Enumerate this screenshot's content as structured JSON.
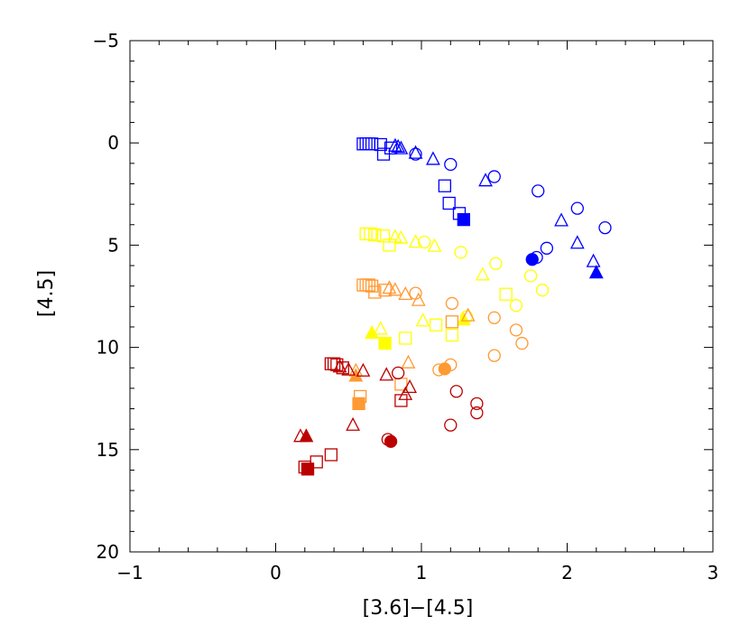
{
  "chart_data": {
    "type": "scatter",
    "title": "",
    "xlabel": "[3.6]−[4.5]",
    "ylabel": "[4.5]",
    "xlim": [
      -1,
      3
    ],
    "ylim": [
      20,
      -5
    ],
    "y_inverted": true,
    "x_ticks": [
      -1,
      0,
      1,
      2,
      3
    ],
    "x_tick_labels": [
      "−1",
      "0",
      "1",
      "2",
      "3"
    ],
    "y_ticks": [
      -5,
      0,
      5,
      10,
      15,
      20
    ],
    "y_tick_labels": [
      "−5",
      "0",
      "5",
      "10",
      "15",
      "20"
    ],
    "grid": false,
    "legend": "none",
    "colors": {
      "blue": "#0000ff",
      "yellow": "#ffff00",
      "orange": "#ff9933",
      "red": "#bb0000"
    },
    "series": [
      {
        "color": "blue",
        "marker": "square",
        "filled": false,
        "points": [
          [
            0.6,
            0.05
          ],
          [
            0.62,
            0.05
          ],
          [
            0.64,
            0.05
          ],
          [
            0.66,
            0.05
          ],
          [
            0.72,
            0.08
          ],
          [
            0.74,
            0.55
          ],
          [
            0.79,
            0.25
          ],
          [
            1.16,
            2.1
          ],
          [
            1.19,
            2.95
          ],
          [
            1.26,
            3.45
          ]
        ]
      },
      {
        "color": "blue",
        "marker": "square",
        "filled": true,
        "points": [
          [
            1.29,
            3.75
          ]
        ]
      },
      {
        "color": "blue",
        "marker": "triangle",
        "filled": false,
        "points": [
          [
            0.82,
            0.15
          ],
          [
            0.84,
            0.2
          ],
          [
            0.86,
            0.28
          ],
          [
            0.96,
            0.5
          ],
          [
            1.08,
            0.8
          ],
          [
            1.44,
            1.85
          ],
          [
            1.96,
            3.8
          ],
          [
            2.07,
            4.9
          ],
          [
            2.18,
            5.8
          ]
        ]
      },
      {
        "color": "blue",
        "marker": "triangle",
        "filled": true,
        "points": [
          [
            2.2,
            6.35
          ]
        ]
      },
      {
        "color": "blue",
        "marker": "circle",
        "filled": false,
        "points": [
          [
            0.96,
            0.55
          ],
          [
            1.2,
            1.05
          ],
          [
            1.5,
            1.65
          ],
          [
            1.8,
            2.35
          ],
          [
            2.07,
            3.2
          ],
          [
            2.26,
            4.15
          ],
          [
            1.86,
            5.15
          ],
          [
            1.79,
            5.6
          ]
        ]
      },
      {
        "color": "blue",
        "marker": "circle",
        "filled": true,
        "points": [
          [
            1.76,
            5.7
          ]
        ]
      },
      {
        "color": "yellow",
        "marker": "square",
        "filled": false,
        "points": [
          [
            0.62,
            4.45
          ],
          [
            0.65,
            4.45
          ],
          [
            0.68,
            4.5
          ],
          [
            0.74,
            4.55
          ],
          [
            0.78,
            5.0
          ],
          [
            1.58,
            7.4
          ],
          [
            1.1,
            8.9
          ],
          [
            1.21,
            9.4
          ],
          [
            0.89,
            9.55
          ]
        ]
      },
      {
        "color": "yellow",
        "marker": "square",
        "filled": true,
        "points": [
          [
            0.75,
            9.8
          ]
        ]
      },
      {
        "color": "yellow",
        "marker": "triangle",
        "filled": false,
        "points": [
          [
            0.82,
            4.6
          ],
          [
            0.86,
            4.65
          ],
          [
            0.96,
            4.85
          ],
          [
            1.09,
            5.05
          ],
          [
            1.42,
            6.45
          ],
          [
            1.01,
            8.7
          ],
          [
            0.72,
            9.1
          ]
        ]
      },
      {
        "color": "yellow",
        "marker": "triangle",
        "filled": true,
        "points": [
          [
            0.66,
            9.3
          ],
          [
            1.29,
            8.65
          ]
        ]
      },
      {
        "color": "yellow",
        "marker": "circle",
        "filled": false,
        "points": [
          [
            1.02,
            4.85
          ],
          [
            1.27,
            5.35
          ],
          [
            1.51,
            5.9
          ],
          [
            1.75,
            6.5
          ],
          [
            1.83,
            7.2
          ],
          [
            1.65,
            7.95
          ],
          [
            1.31,
            8.5
          ]
        ]
      },
      {
        "color": "orange",
        "marker": "square",
        "filled": false,
        "points": [
          [
            0.6,
            6.95
          ],
          [
            0.62,
            6.95
          ],
          [
            0.64,
            6.95
          ],
          [
            0.66,
            7.0
          ],
          [
            0.68,
            7.3
          ],
          [
            0.75,
            7.2
          ],
          [
            0.58,
            12.4
          ],
          [
            0.86,
            11.8
          ],
          [
            1.21,
            8.75
          ]
        ]
      },
      {
        "color": "orange",
        "marker": "square",
        "filled": true,
        "points": [
          [
            0.57,
            12.75
          ]
        ]
      },
      {
        "color": "orange",
        "marker": "triangle",
        "filled": false,
        "points": [
          [
            0.78,
            7.1
          ],
          [
            0.82,
            7.2
          ],
          [
            0.89,
            7.4
          ],
          [
            0.98,
            7.7
          ],
          [
            1.32,
            8.45
          ],
          [
            0.91,
            10.75
          ],
          [
            0.55,
            11.15
          ]
        ]
      },
      {
        "color": "orange",
        "marker": "triangle",
        "filled": true,
        "points": [
          [
            0.55,
            11.4
          ]
        ]
      },
      {
        "color": "orange",
        "marker": "circle",
        "filled": false,
        "points": [
          [
            0.96,
            7.35
          ],
          [
            1.21,
            7.85
          ],
          [
            1.5,
            8.55
          ],
          [
            1.65,
            9.15
          ],
          [
            1.69,
            9.8
          ],
          [
            1.5,
            10.4
          ],
          [
            1.2,
            10.85
          ],
          [
            1.12,
            11.1
          ]
        ]
      },
      {
        "color": "orange",
        "marker": "circle",
        "filled": true,
        "points": [
          [
            1.16,
            11.05
          ]
        ]
      },
      {
        "color": "red",
        "marker": "square",
        "filled": false,
        "points": [
          [
            0.38,
            10.8
          ],
          [
            0.4,
            10.8
          ],
          [
            0.42,
            10.85
          ],
          [
            0.46,
            11.0
          ],
          [
            0.86,
            12.6
          ],
          [
            0.38,
            15.25
          ],
          [
            0.28,
            15.6
          ],
          [
            0.2,
            15.85
          ]
        ]
      },
      {
        "color": "red",
        "marker": "square",
        "filled": true,
        "points": [
          [
            0.22,
            15.95
          ]
        ]
      },
      {
        "color": "red",
        "marker": "triangle",
        "filled": false,
        "points": [
          [
            0.44,
            10.95
          ],
          [
            0.5,
            11.1
          ],
          [
            0.6,
            11.15
          ],
          [
            0.76,
            11.35
          ],
          [
            0.92,
            11.95
          ],
          [
            0.89,
            12.3
          ],
          [
            0.53,
            13.8
          ],
          [
            0.17,
            14.35
          ]
        ]
      },
      {
        "color": "red",
        "marker": "triangle",
        "filled": true,
        "points": [
          [
            0.21,
            14.35
          ]
        ]
      },
      {
        "color": "red",
        "marker": "circle",
        "filled": false,
        "points": [
          [
            0.84,
            11.25
          ],
          [
            1.24,
            12.15
          ],
          [
            1.38,
            12.75
          ],
          [
            1.38,
            13.2
          ],
          [
            1.2,
            13.8
          ],
          [
            0.77,
            14.5
          ]
        ]
      },
      {
        "color": "red",
        "marker": "circle",
        "filled": true,
        "points": [
          [
            0.79,
            14.6
          ]
        ]
      }
    ]
  }
}
